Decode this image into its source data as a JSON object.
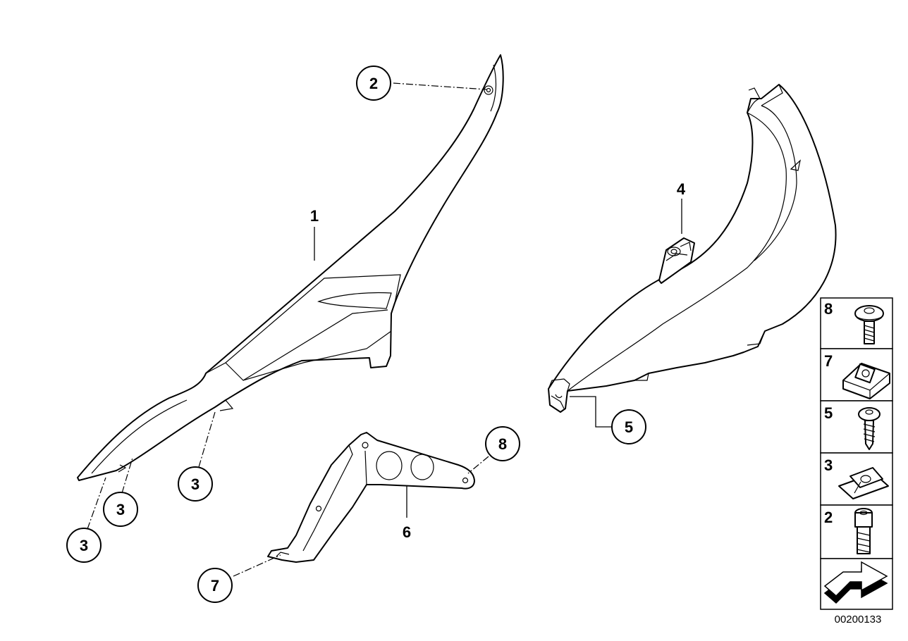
{
  "callouts": {
    "c1": "1",
    "c2": "2",
    "c3a": "3",
    "c3b": "3",
    "c3c": "3",
    "c4": "4",
    "c5": "5",
    "c6": "6",
    "c7": "7",
    "c8": "8"
  },
  "legend": {
    "items": [
      {
        "number": "8",
        "icon": "button-head-screw-icon"
      },
      {
        "number": "7",
        "icon": "clip-nut-icon"
      },
      {
        "number": "5",
        "icon": "self-tapping-screw-icon"
      },
      {
        "number": "3",
        "icon": "spring-clip-icon"
      },
      {
        "number": "2",
        "icon": "hex-socket-screw-icon"
      }
    ],
    "arrow_icon": "direction-arrow-icon"
  },
  "document_number": "00200133"
}
